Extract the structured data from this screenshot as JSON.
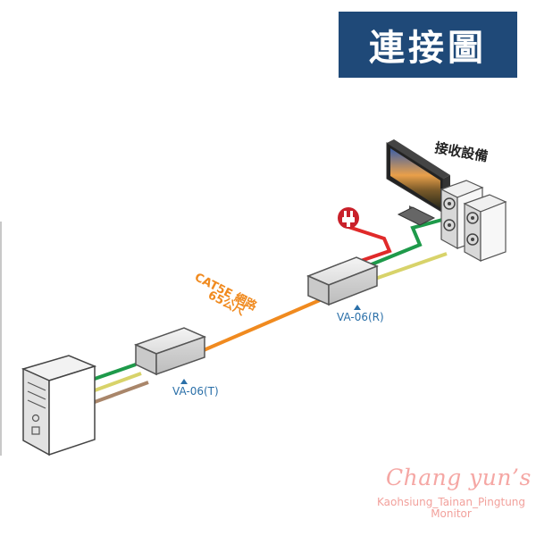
{
  "title": "連接圖",
  "labels": {
    "receiver_group": "接收設備",
    "cable_line1": "CAT5E 網路",
    "cable_line2": "65公尺",
    "transmitter": "VA-06(T)",
    "receiver": "VA-06(R)"
  },
  "watermark": {
    "brand": "Chang yun’s",
    "line1": "Kaohsiung_Tainan_Pingtung",
    "line2": "Monitor"
  },
  "colors": {
    "title_bg": "#1f4978",
    "cable_orange": "#f08a1f",
    "wire_green": "#1e9a4a",
    "wire_yellow": "#d8d36a",
    "wire_brown": "#a9866a",
    "wire_red": "#e02a2a",
    "label_blue": "#2a6fa8",
    "cable_label": "#f08a1f"
  },
  "icons": [
    "computer-tower-icon",
    "power-plug-icon",
    "monitor-icon",
    "speaker-icon"
  ]
}
